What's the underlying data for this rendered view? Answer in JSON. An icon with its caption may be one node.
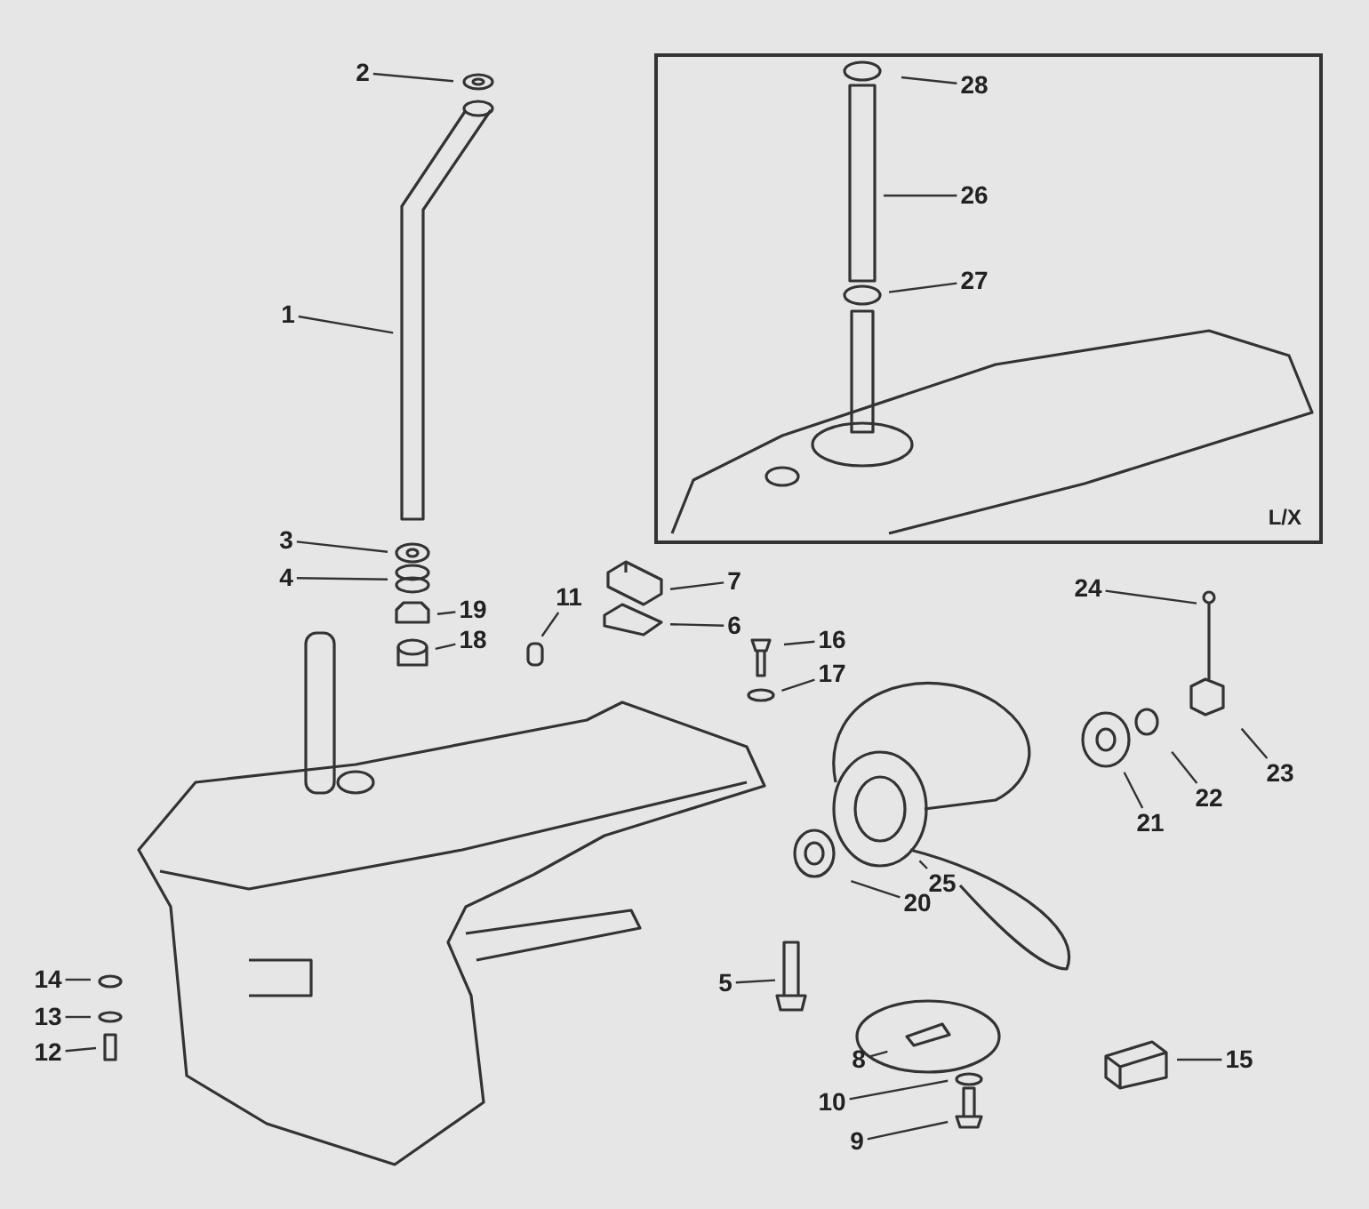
{
  "diagram": {
    "nodes": [
      {
        "text": [
          "L/X"
        ]
      },
      {
        "text": [
          "28"
        ],
        "in": 0
      },
      {
        "text": [
          "26"
        ],
        "in": 0
      },
      {
        "text": [
          "27"
        ],
        "in": 0
      },
      {
        "text": [
          "2"
        ]
      },
      {
        "text": [
          "1"
        ]
      },
      {
        "text": [
          "3"
        ]
      },
      {
        "text": [
          "4"
        ]
      },
      {
        "text": [
          "7"
        ]
      },
      {
        "text": [
          "19"
        ]
      },
      {
        "text": [
          "11"
        ]
      },
      {
        "text": [
          "6"
        ]
      },
      {
        "text": [
          "18"
        ]
      },
      {
        "text": [
          "24"
        ]
      },
      {
        "text": [
          "16"
        ]
      },
      {
        "text": [
          "17"
        ]
      },
      {
        "text": [
          "23"
        ]
      },
      {
        "text": [
          "22"
        ]
      },
      {
        "text": [
          "21"
        ]
      },
      {
        "text": [
          "25"
        ]
      },
      {
        "text": [
          "20"
        ]
      },
      {
        "text": [
          "14"
        ]
      },
      {
        "text": [
          "5"
        ]
      },
      {
        "text": [
          "13"
        ]
      },
      {
        "text": [
          "12"
        ]
      },
      {
        "text": [
          "8"
        ]
      },
      {
        "text": [
          "15"
        ]
      },
      {
        "text": [
          "10"
        ]
      },
      {
        "text": [
          "9"
        ]
      }
    ],
    "edges": [
      {
        "from": 1,
        "to": null,
        "arrow": "none"
      },
      {
        "from": 2,
        "to": null,
        "arrow": "none"
      },
      {
        "from": 3,
        "to": null,
        "arrow": "none"
      },
      {
        "from": 4,
        "to": null,
        "arrow": "none"
      },
      {
        "from": 5,
        "to": null,
        "arrow": "none"
      },
      {
        "from": 6,
        "to": null,
        "arrow": "none"
      },
      {
        "from": 7,
        "to": null,
        "arrow": "none"
      },
      {
        "from": 8,
        "to": null,
        "arrow": "none"
      },
      {
        "from": 9,
        "to": null,
        "arrow": "none"
      },
      {
        "from": 10,
        "to": null,
        "arrow": "none"
      },
      {
        "from": 11,
        "to": null,
        "arrow": "none"
      },
      {
        "from": 12,
        "to": null,
        "arrow": "none"
      },
      {
        "from": 13,
        "to": null,
        "arrow": "none"
      },
      {
        "from": 14,
        "to": null,
        "arrow": "none"
      },
      {
        "from": 15,
        "to": null,
        "arrow": "none"
      },
      {
        "from": 16,
        "to": null,
        "arrow": "none"
      },
      {
        "from": 17,
        "to": null,
        "arrow": "none"
      },
      {
        "from": 18,
        "to": null,
        "arrow": "none"
      },
      {
        "from": 19,
        "to": null,
        "arrow": "none"
      },
      {
        "from": 20,
        "to": null,
        "arrow": "none"
      },
      {
        "from": 21,
        "to": null,
        "arrow": "none"
      },
      {
        "from": 22,
        "to": null,
        "arrow": "none"
      },
      {
        "from": 23,
        "to": null,
        "arrow": "none"
      },
      {
        "from": 24,
        "to": null,
        "arrow": "none"
      },
      {
        "from": 25,
        "to": null,
        "arrow": "none"
      },
      {
        "from": 26,
        "to": null,
        "arrow": "none"
      },
      {
        "from": 27,
        "to": null,
        "arrow": "none"
      },
      {
        "from": 28,
        "to": null,
        "arrow": "none"
      }
    ]
  }
}
